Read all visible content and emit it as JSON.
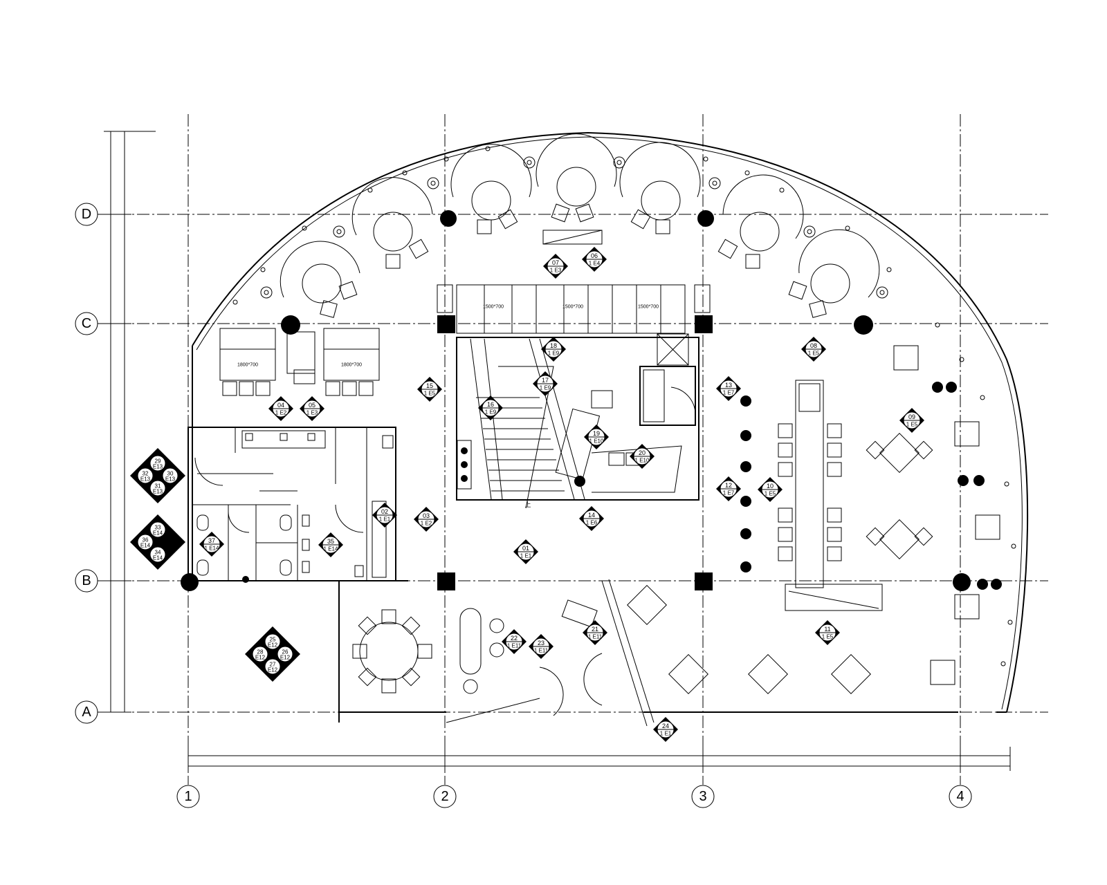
{
  "axes": {
    "rows": [
      "D",
      "C",
      "B",
      "A"
    ],
    "cols": [
      "1",
      "2",
      "3",
      "4"
    ]
  },
  "room_dims": {
    "booth": "1800*700",
    "window": "1500*700"
  },
  "stair_mark": "上",
  "callouts": [
    {
      "n": "01",
      "ref": "1 E1"
    },
    {
      "n": "02",
      "ref": "1 E1"
    },
    {
      "n": "03",
      "ref": "1 E2"
    },
    {
      "n": "04",
      "ref": "1 E2"
    },
    {
      "n": "05",
      "ref": "1 E3"
    },
    {
      "n": "06",
      "ref": "1 E4"
    },
    {
      "n": "07",
      "ref": "1 E3"
    },
    {
      "n": "08",
      "ref": "1 E5"
    },
    {
      "n": "09",
      "ref": "1 E5"
    },
    {
      "n": "10",
      "ref": "1 E5"
    },
    {
      "n": "11",
      "ref": "1 E5"
    },
    {
      "n": "12",
      "ref": "1 E7"
    },
    {
      "n": "13",
      "ref": "1 E7"
    },
    {
      "n": "14",
      "ref": "1 E6"
    },
    {
      "n": "15",
      "ref": "1 E5"
    },
    {
      "n": "16",
      "ref": "1 E9"
    },
    {
      "n": "17",
      "ref": "1 E9"
    },
    {
      "n": "18",
      "ref": "1 E9"
    },
    {
      "n": "19",
      "ref": "1 E10"
    },
    {
      "n": "20",
      "ref": "1 E10"
    },
    {
      "n": "21",
      "ref": "1 E11"
    },
    {
      "n": "22",
      "ref": "1 E11"
    },
    {
      "n": "23",
      "ref": "1 E11"
    },
    {
      "n": "24",
      "ref": "1 E1"
    },
    {
      "n": "35",
      "ref": "1 E14"
    },
    {
      "n": "37",
      "ref": "1 E14"
    }
  ],
  "groups": [
    {
      "labels": [
        "29",
        "32",
        "30",
        "31"
      ],
      "ref": "E13"
    },
    {
      "labels": [
        "33",
        "36",
        "",
        "34"
      ],
      "ref": "E14"
    },
    {
      "labels": [
        "25",
        "28",
        "26",
        "27"
      ],
      "ref": "E12"
    }
  ]
}
